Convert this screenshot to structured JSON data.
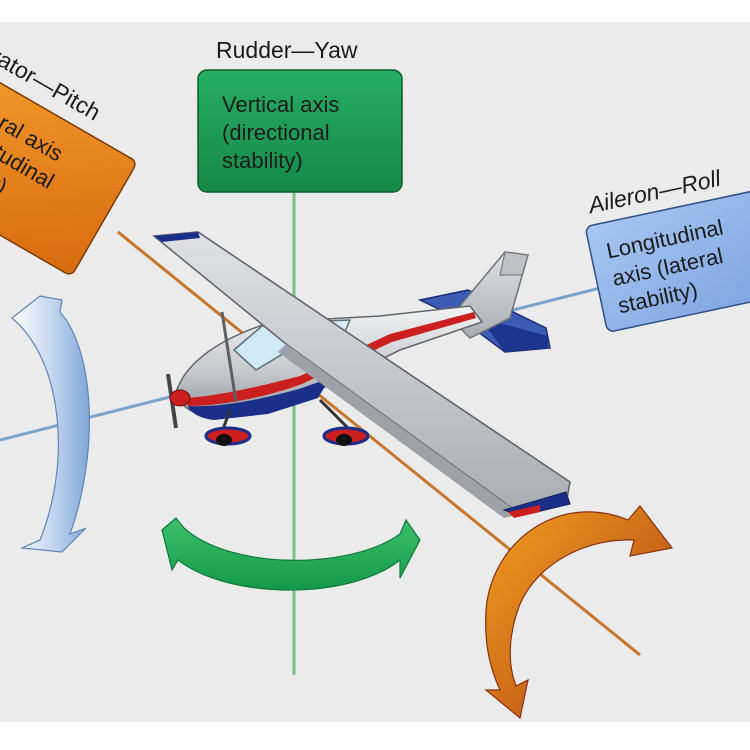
{
  "diagram": {
    "yaw": {
      "control_label": "Rudder—Yaw",
      "box_lines": [
        "Vertical axis",
        "(directional",
        "stability)"
      ]
    },
    "pitch": {
      "control_label": "Elevator—Pitch",
      "box_lines": [
        "Lateral axis",
        "(longitudinal",
        "stability)"
      ]
    },
    "roll": {
      "control_label": "Aileron—Roll",
      "box_lines": [
        "Longitudinal",
        "axis (lateral",
        "stability)"
      ]
    }
  },
  "colors": {
    "background": "#ebebeb",
    "vertical_box": "#1f9e57",
    "lateral_box": "#e8821a",
    "longitudinal_box": "#8fb6ea",
    "vertical_axis_line": "#7bbf8a",
    "lateral_axis_line": "#c8762d",
    "longitudinal_axis_line": "#7aa4cc",
    "aircraft_body": "#c9ccd0",
    "aircraft_stripe_red": "#cc1f1f",
    "aircraft_stripe_blue": "#1b2f8a"
  }
}
